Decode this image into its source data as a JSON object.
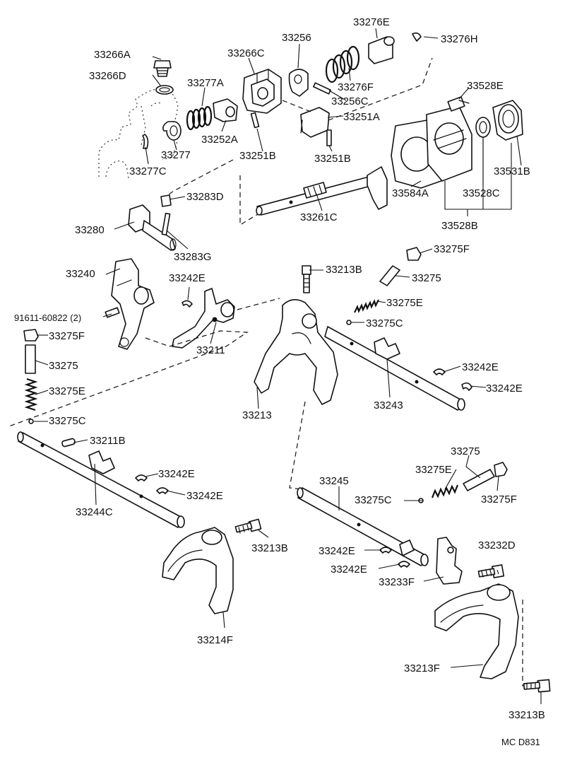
{
  "labels": {
    "33266A": "33266A",
    "33266D": "33266D",
    "33266C": "33266C",
    "33256": "33256",
    "33276E": "33276E",
    "33276H": "33276H",
    "33277A": "33277A",
    "33276F": "33276F",
    "33256C": "33256C",
    "33528E": "33528E",
    "33251A": "33251A",
    "33277": "33277",
    "33252A": "33252A",
    "33277C": "33277C",
    "33251B_left": "33251B",
    "33251B_right": "33251B",
    "33531B": "33531B",
    "33283D": "33283D",
    "33584A": "33584A",
    "33528C": "33528C",
    "33261C": "33261C",
    "33280": "33280",
    "33528B": "33528B",
    "33283G": "33283G",
    "33275F_top": "33275F",
    "33213B_top": "33213B",
    "33240": "33240",
    "33275_top": "33275",
    "33242E_a": "33242E",
    "33275E_top": "33275E",
    "91611": "91611-60822 (2)",
    "33275C_top": "33275C",
    "33275F_left": "33275F",
    "33211": "33211",
    "33242E_b": "33242E",
    "33275_left": "33275",
    "33242E_c": "33242E",
    "33275E_left": "33275E",
    "33213": "33213",
    "33243": "33243",
    "33275C_left": "33275C",
    "33211B": "33211B",
    "33275_right": "33275",
    "33242E_d": "33242E",
    "33275E_right": "33275E",
    "33245": "33245",
    "33242E_e": "33242E",
    "33275C_right": "33275C",
    "33275F_right": "33275F",
    "33244C": "33244C",
    "33213B_mid": "33213B",
    "33242E_f": "33242E",
    "33232D": "33232D",
    "33242E_g": "33242E",
    "33233F": "33233F",
    "33214F": "33214F",
    "33213F": "33213F",
    "33213B_bottom": "33213B"
  },
  "drawing_code": "MC D831"
}
